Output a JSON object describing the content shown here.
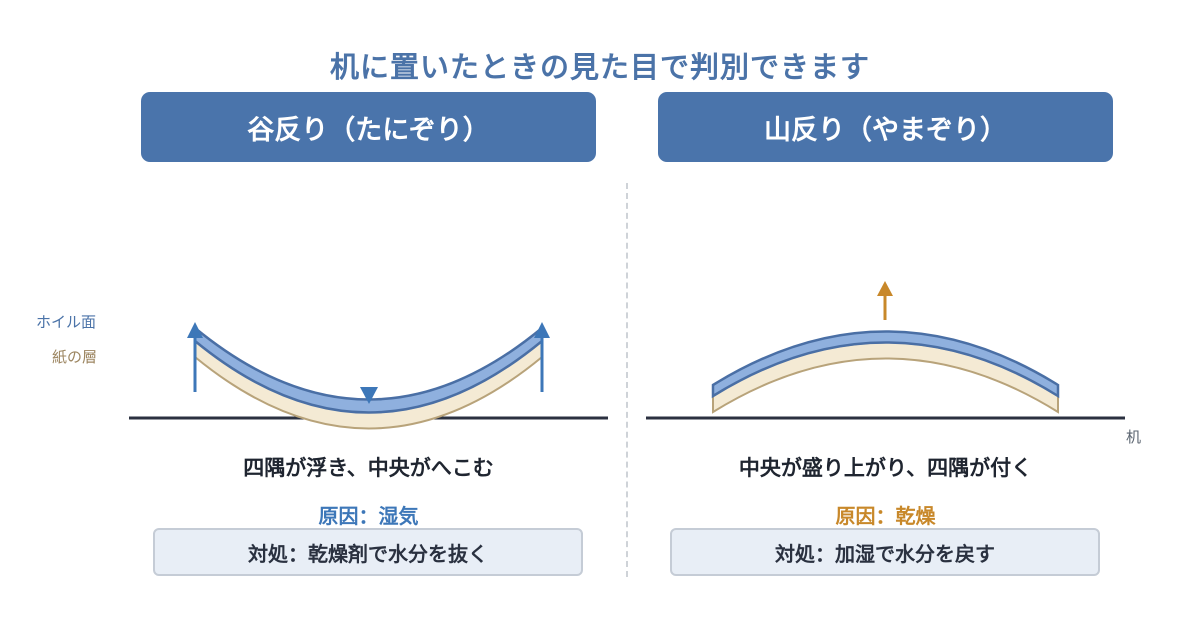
{
  "title": "机に置いたときの見た目で判別できます",
  "labels": {
    "foil": "ホイル面",
    "paper": "紙の層",
    "desk": "机"
  },
  "left": {
    "heading": "谷反り（たにぞり）",
    "description": "四隅が浮き、中央がへこむ",
    "cause": "原因：湿気",
    "remedy": "対処：乾燥剤で水分を抜く"
  },
  "right": {
    "heading": "山反り（やまぞり）",
    "description": "中央が盛り上がり、四隅が付く",
    "cause": "原因：乾燥",
    "remedy": "対処：加湿で水分を戻す"
  },
  "colors": {
    "heading_bg": "#4a74ab",
    "foil": "#8fb0de",
    "paper": "#f4ead4",
    "outline": "#4a6fa5",
    "left_accent": "#3d77b8",
    "right_accent": "#c8882a",
    "desk": "#2b3140"
  },
  "icons": [
    "up-arrow-icon",
    "down-arrow-icon"
  ]
}
